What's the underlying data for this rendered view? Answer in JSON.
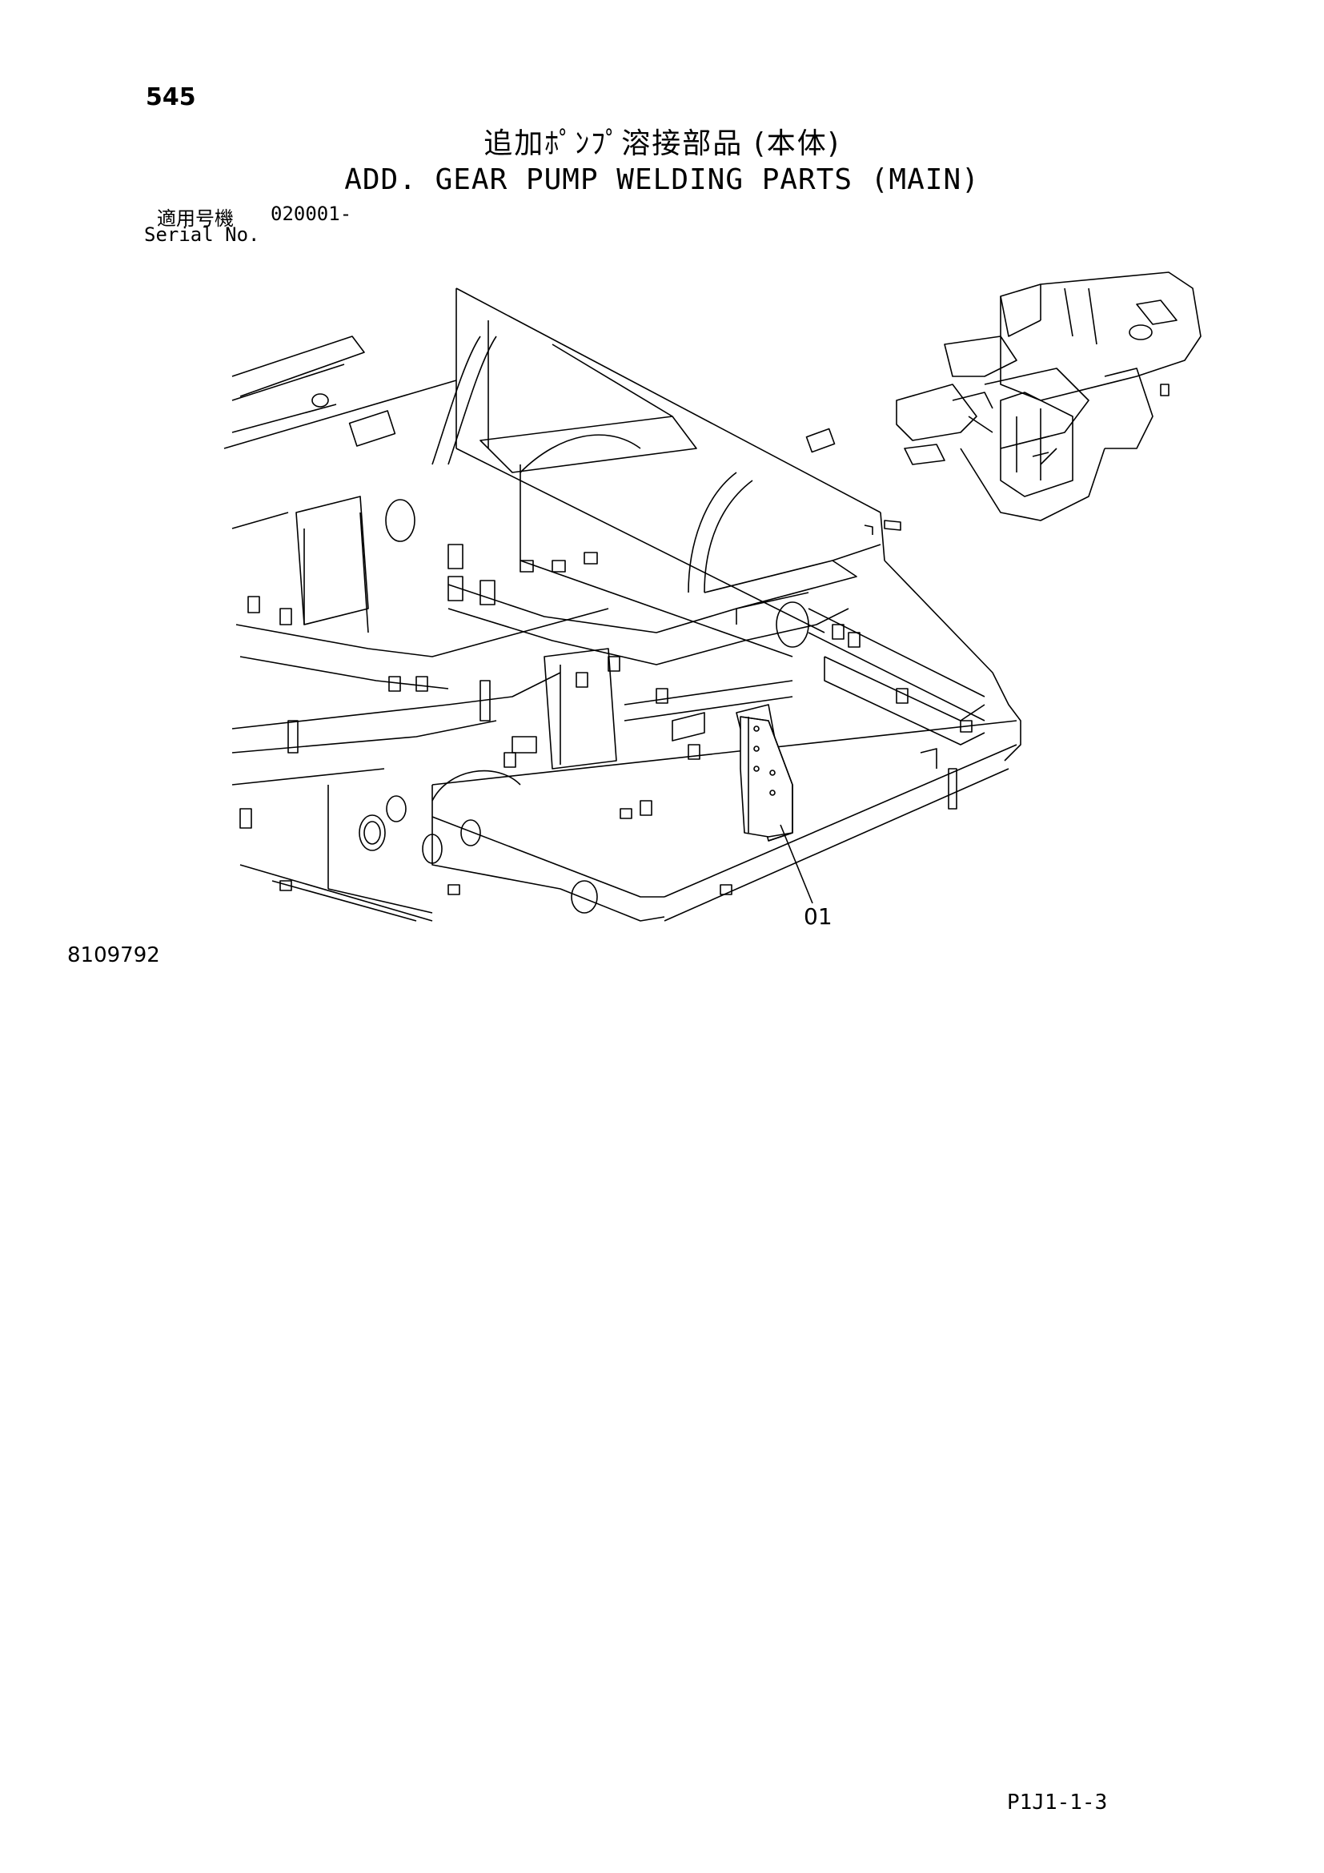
{
  "header": {
    "page_number": "545",
    "title_jp": "追加ﾎﾟﾝﾌﾟ溶接部品 (本体)",
    "title_en": "ADD. GEAR PUMP WELDING PARTS (MAIN)"
  },
  "serial": {
    "label_jp": "適用号機",
    "value": "020001-",
    "label_en": "Serial No."
  },
  "diagram": {
    "callouts": [
      "01"
    ],
    "drawing_number": "8109792"
  },
  "footer": {
    "page_code": "P1J1-1-3"
  }
}
